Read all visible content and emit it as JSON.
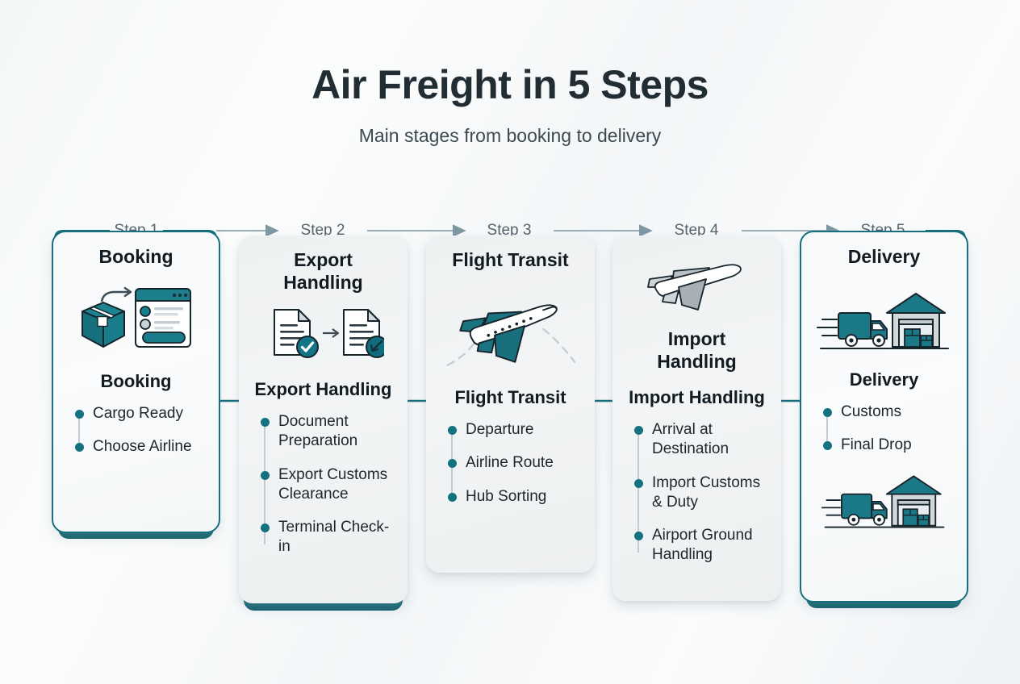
{
  "header": {
    "title": "Air Freight in 5 Steps",
    "subtitle": "Main stages from booking to delivery"
  },
  "theme": {
    "accent": "#137180",
    "accent_dark": "#15606c",
    "connector": "#7d98a3",
    "text": "#1d262c",
    "muted": "#56646d",
    "card_plain_bg": "#eef1f2",
    "card_accent_bg": "#f7f9fa"
  },
  "steps": [
    {
      "step_label": "Step 1",
      "title": "Booking",
      "subtitle": "Booking",
      "icon": "package-booking-icon",
      "icon_position": "between",
      "style": "accent",
      "bullets": [
        "Cargo Ready",
        "Choose Airline"
      ]
    },
    {
      "step_label": "Step 2",
      "title": "Export Handling",
      "subtitle": "Export Handling",
      "icon": "documents-customs-icon",
      "icon_position": "between",
      "style": "plain",
      "bullets": [
        "Document Preparation",
        "Export Customs Clearance",
        "Terminal Check-in"
      ]
    },
    {
      "step_label": "Step 3",
      "title": "Flight Transit",
      "subtitle": "Flight Transit",
      "icon": "airplane-teal-icon",
      "icon_position": "between",
      "style": "plain",
      "bullets": [
        "Departure",
        "Airline Route",
        "Hub Sorting"
      ]
    },
    {
      "step_label": "Step 4",
      "title": "Import Handling",
      "subtitle": "Import Handling",
      "icon": "airplane-gray-icon",
      "icon_position": "above",
      "style": "plain",
      "bullets": [
        "Arrival at Destination",
        "Import Customs & Duty",
        "Airport Ground Handling"
      ]
    },
    {
      "step_label": "Step 5",
      "title": "Delivery",
      "subtitle": "Delivery",
      "icon": "truck-warehouse-icon",
      "icon_position": "between",
      "icon_repeat": "truck-warehouse-icon",
      "style": "accent",
      "bullets": [
        "Customs",
        "Final Drop"
      ]
    }
  ]
}
